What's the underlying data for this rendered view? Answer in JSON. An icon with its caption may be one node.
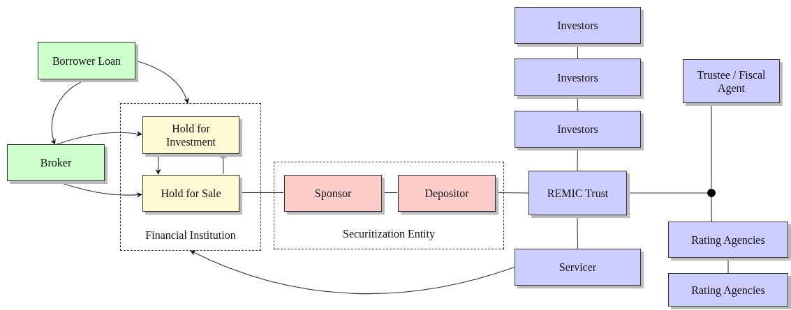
{
  "diagram": {
    "nodes": [
      {
        "text": [
          "Financial Institution"
        ]
      },
      {
        "text": [
          "Borrower Loan"
        ]
      },
      {
        "text": [
          "Broker"
        ]
      },
      {
        "text": [
          "Hold for Investment"
        ],
        "in": 0
      },
      {
        "text": [
          "Hold for Sale"
        ],
        "in": 0
      },
      {
        "text": [
          "Securitization Entity"
        ]
      },
      {
        "text": [
          "Sponsor"
        ],
        "in": 5
      },
      {
        "text": [
          "Depositor"
        ],
        "in": 5
      },
      {
        "text": [
          "Investors"
        ]
      },
      {
        "text": [
          "Investors"
        ]
      },
      {
        "text": [
          "Investors"
        ]
      },
      {
        "text": [
          "REMIC Trust"
        ]
      },
      {
        "text": [
          "Trustee / Fiscal Agent"
        ]
      },
      {
        "text": [],
        "shape": "circle"
      },
      {
        "text": [
          "Rating Agencies"
        ]
      },
      {
        "text": [
          "Rating Agencies"
        ]
      },
      {
        "text": [
          "Servicer"
        ]
      }
    ],
    "edges": [
      {
        "from": 1,
        "to": 0,
        "arrow": "to"
      },
      {
        "from": 1,
        "to": 2,
        "arrow": "to"
      },
      {
        "from": 2,
        "to": 3,
        "arrow": "to"
      },
      {
        "from": 2,
        "to": 4,
        "arrow": "to"
      },
      {
        "from": 3,
        "to": 4,
        "arrow": "to"
      },
      {
        "from": 4,
        "to": 3,
        "arrow": "to"
      },
      {
        "from": 4,
        "to": 6,
        "arrow": "none"
      },
      {
        "from": 6,
        "to": 7,
        "arrow": "none"
      },
      {
        "from": 7,
        "to": 11,
        "arrow": "none"
      },
      {
        "from": 8,
        "to": 9,
        "arrow": "none"
      },
      {
        "from": 9,
        "to": 10,
        "arrow": "none"
      },
      {
        "from": 10,
        "to": 11,
        "arrow": "none"
      },
      {
        "from": 11,
        "to": 13,
        "arrow": "none"
      },
      {
        "from": 12,
        "to": 13,
        "arrow": "none"
      },
      {
        "from": 13,
        "to": 14,
        "arrow": "none"
      },
      {
        "from": 14,
        "to": 15,
        "arrow": "none"
      },
      {
        "from": 11,
        "to": 16,
        "arrow": "none"
      },
      {
        "from": 16,
        "to": 0,
        "arrow": "to"
      }
    ]
  }
}
